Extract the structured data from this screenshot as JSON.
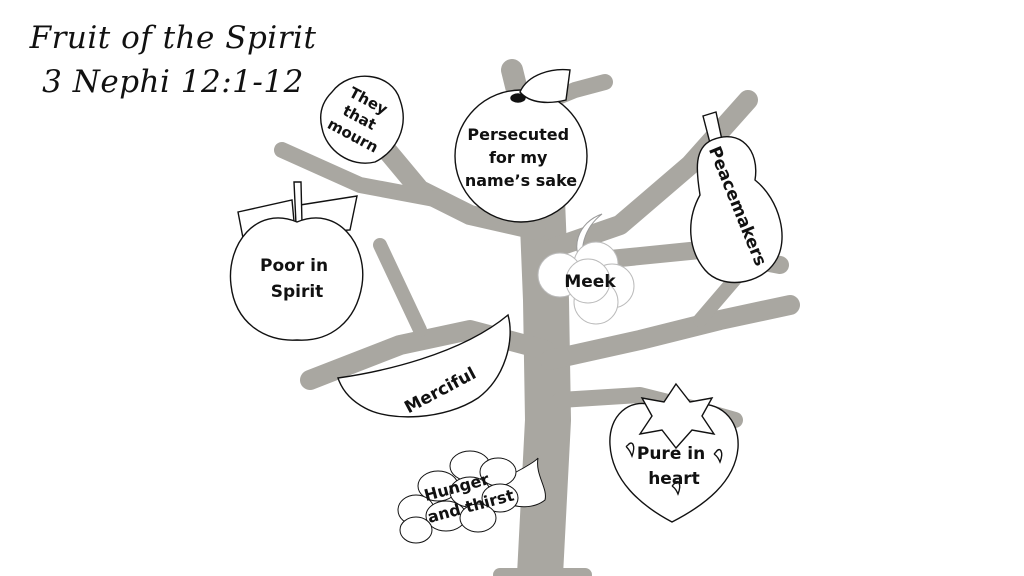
{
  "title": {
    "line1": "Fruit of the Spirit",
    "line2": "3 Nephi 12:1-12"
  },
  "fruits": {
    "poor_in_spirit": [
      "Poor in",
      "Spirit"
    ],
    "they_that_mourn": [
      "They",
      "that",
      "mourn"
    ],
    "persecuted": [
      "Persecuted",
      "for my",
      "name’s sake"
    ],
    "peacemakers": [
      "Peacemakers"
    ],
    "meek": [
      "Meek"
    ],
    "merciful": [
      "Merciful"
    ],
    "pure_in_heart": [
      "Pure in",
      "heart"
    ],
    "hunger_and_thirst": [
      "Hunger",
      "and thirst"
    ]
  },
  "colors": {
    "tree": "#a9a7a1",
    "outline": "#111111",
    "fruit_fill": "#ffffff"
  },
  "icons": {
    "apple": "apple-icon",
    "lemon": "lemon-icon",
    "orange": "orange-icon",
    "pear": "pear-icon",
    "flower": "flower-icon",
    "banana": "banana-icon",
    "strawberry": "strawberry-icon",
    "grapes": "grapes-icon"
  }
}
